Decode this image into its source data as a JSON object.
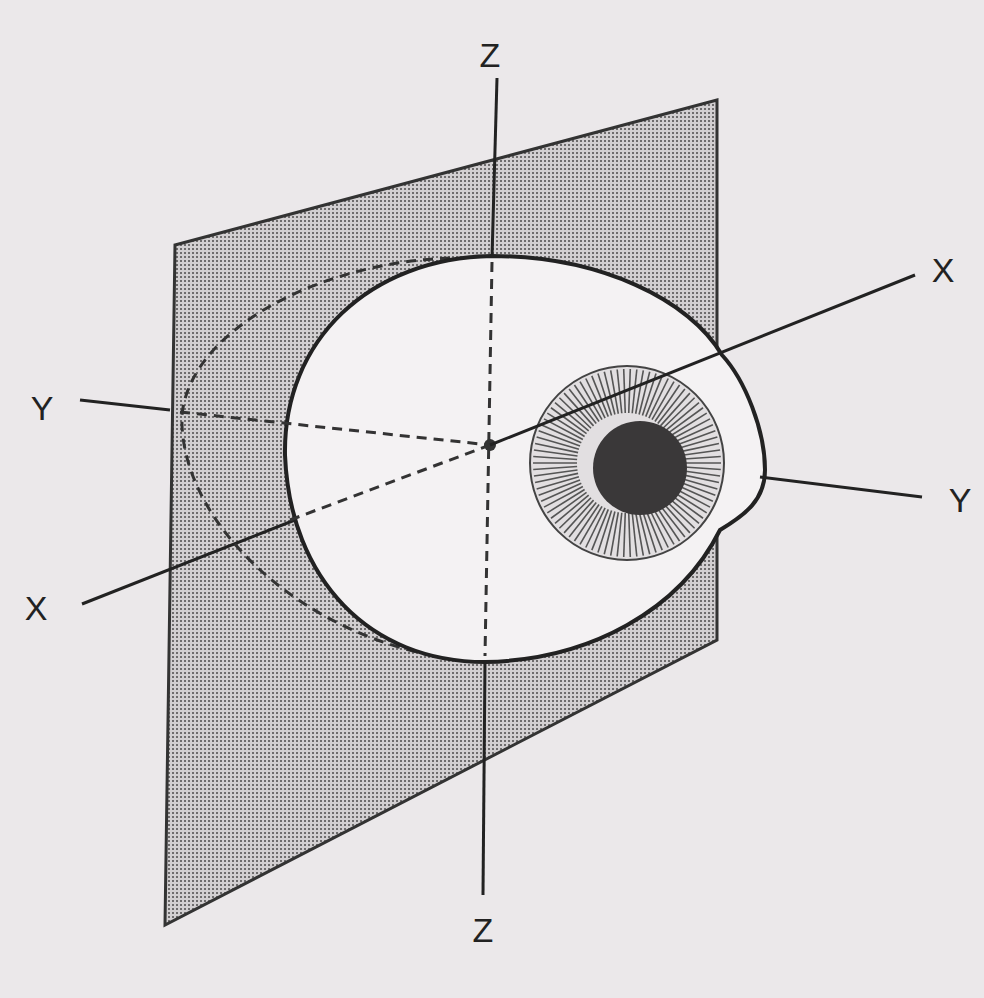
{
  "diagram": {
    "labels": [
      "Z",
      "X",
      "Y",
      "Y",
      "X",
      "Z"
    ]
  }
}
